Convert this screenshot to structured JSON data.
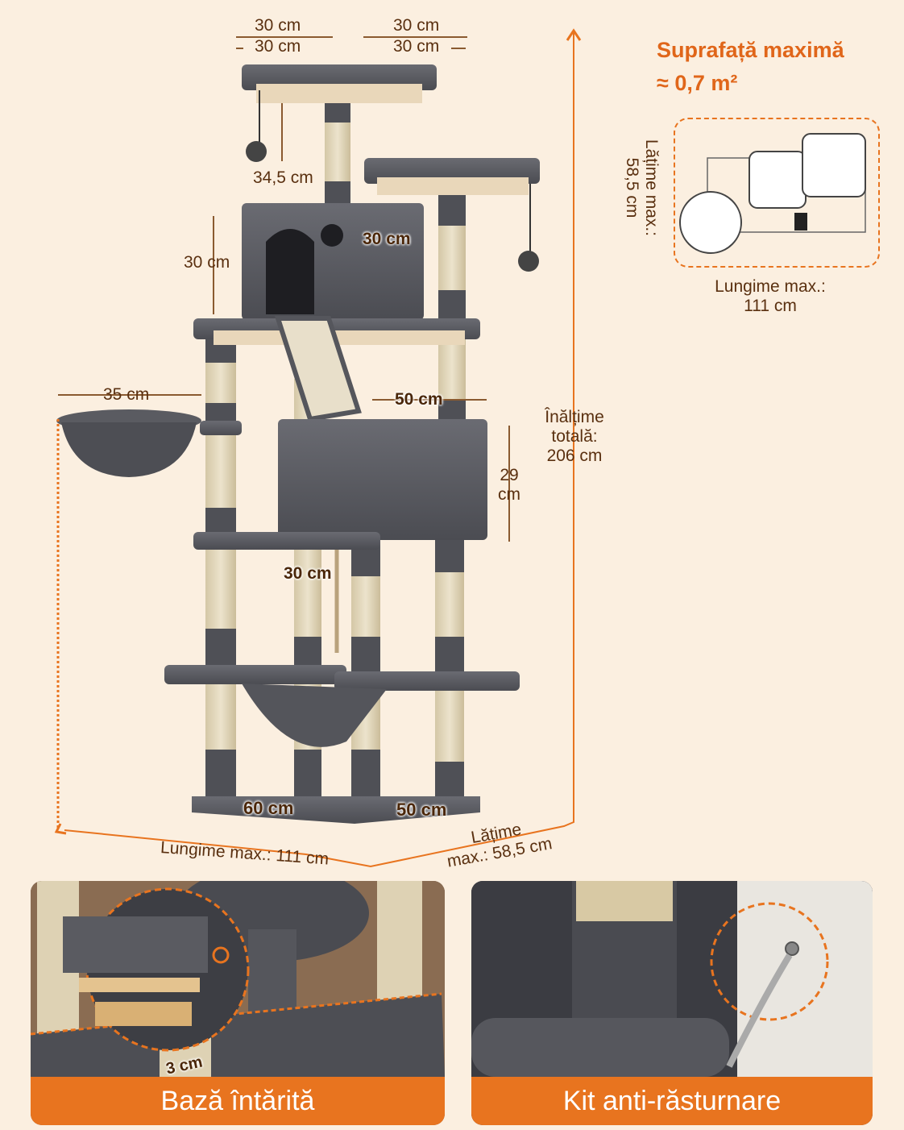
{
  "surface": {
    "title_line1": "Suprafață maximă",
    "title_line2": "≈ 0,7 m²",
    "width_label_line1": "Lățime max.:",
    "width_label_line2": "58,5 cm",
    "length_label_line1": "Lungime max.:",
    "length_label_line2": "111 cm"
  },
  "dimensions": {
    "top_left_a": "30 cm",
    "top_left_b": "30 cm",
    "top_right_a": "30 cm",
    "top_right_b": "30 cm",
    "post_gap": "34,5 cm",
    "condo_depth": "30 cm",
    "condo_height": "30 cm",
    "basket": "35 cm",
    "box_width": "50 cm",
    "box_height_line1": "29",
    "box_height_line2": "cm",
    "box_depth": "30 cm",
    "total_height_line1": "Înălțime",
    "total_height_line2": "totală:",
    "total_height_line3": "206 cm",
    "base_length": "60 cm",
    "base_width": "50 cm",
    "max_length": "Lungime max.: 111 cm",
    "max_width_line1": "Lățime",
    "max_width_line2": "max.: 58,5 cm"
  },
  "panels": {
    "left_label": "Bază întărită",
    "left_thickness": "3 cm",
    "right_label": "Kit anti-răsturnare"
  },
  "colors": {
    "accent": "#e8741f",
    "background": "#fbefe0",
    "plush": "#55565c",
    "sisal": "#e6dcc3"
  }
}
